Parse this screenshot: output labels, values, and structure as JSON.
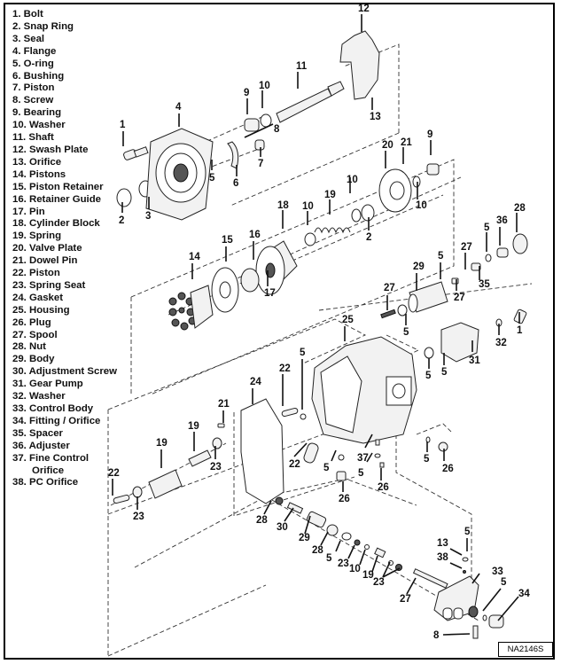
{
  "figure_code": "NA2146S",
  "legend": [
    {
      "num": "1",
      "name": "Bolt"
    },
    {
      "num": "2",
      "name": "Snap Ring"
    },
    {
      "num": "3",
      "name": "Seal"
    },
    {
      "num": "4",
      "name": "Flange"
    },
    {
      "num": "5",
      "name": "O-ring"
    },
    {
      "num": "6",
      "name": "Bushing"
    },
    {
      "num": "7",
      "name": "Piston"
    },
    {
      "num": "8",
      "name": "Screw"
    },
    {
      "num": "9",
      "name": "Bearing"
    },
    {
      "num": "10",
      "name": "Washer"
    },
    {
      "num": "11",
      "name": "Shaft"
    },
    {
      "num": "12",
      "name": "Swash Plate"
    },
    {
      "num": "13",
      "name": "Orifice"
    },
    {
      "num": "14",
      "name": "Pistons"
    },
    {
      "num": "15",
      "name": "Piston Retainer"
    },
    {
      "num": "16",
      "name": "Retainer Guide"
    },
    {
      "num": "17",
      "name": "Pin"
    },
    {
      "num": "18",
      "name": "Cylinder Block"
    },
    {
      "num": "19",
      "name": "Spring"
    },
    {
      "num": "20",
      "name": "Valve Plate"
    },
    {
      "num": "21",
      "name": "Dowel Pin"
    },
    {
      "num": "22",
      "name": "Piston"
    },
    {
      "num": "23",
      "name": "Spring Seat"
    },
    {
      "num": "24",
      "name": "Gasket"
    },
    {
      "num": "25",
      "name": "Housing"
    },
    {
      "num": "26",
      "name": "Plug"
    },
    {
      "num": "27",
      "name": "Spool"
    },
    {
      "num": "28",
      "name": "Nut"
    },
    {
      "num": "29",
      "name": "Body"
    },
    {
      "num": "30",
      "name": "Adjustment Screw"
    },
    {
      "num": "31",
      "name": "Gear Pump"
    },
    {
      "num": "32",
      "name": "Washer"
    },
    {
      "num": "33",
      "name": "Control Body"
    },
    {
      "num": "34",
      "name": "Fitting / Orifice"
    },
    {
      "num": "35",
      "name": "Spacer"
    },
    {
      "num": "36",
      "name": "Adjuster"
    },
    {
      "num": "37",
      "name": "Fine Control",
      "name_cont": "Orifice"
    },
    {
      "num": "38",
      "name": "PC Orifice"
    }
  ],
  "callouts": {
    "c1a": "1",
    "c2a": "2",
    "c3a": "3",
    "c4": "4",
    "c5a": "5",
    "c6": "6",
    "c7": "7",
    "c8a": "8",
    "c9a": "9",
    "c10a": "10",
    "c11": "11",
    "c12": "12",
    "c13a": "13",
    "c20": "20",
    "c21a": "21",
    "c9b": "9",
    "c10b": "10",
    "c10c": "10",
    "c19a": "19",
    "c10d": "10",
    "c2b": "2",
    "c18": "18",
    "c16": "16",
    "c15": "15",
    "c14": "14",
    "c17": "17",
    "c28a": "28",
    "c36": "36",
    "c5b": "5",
    "c27a": "27",
    "c5c": "5",
    "c29a": "29",
    "c35": "35",
    "c27b": "27",
    "c27c": "27",
    "c5d": "5",
    "c1b": "1",
    "c32": "32",
    "c31": "31",
    "c5e": "5",
    "c5f": "5",
    "c25": "25",
    "c5g": "5",
    "c22a": "22",
    "c24": "24",
    "c21b": "21",
    "c22b": "22",
    "c19b": "19",
    "c19c": "19",
    "c23a": "23",
    "c22c": "22",
    "c23b": "23",
    "c5h": "5",
    "c37": "37",
    "c5i": "5",
    "c26a": "26",
    "c26b": "26",
    "c5j": "5",
    "c26c": "26",
    "c28b": "28",
    "c30": "30",
    "c29b": "29",
    "c28c": "28",
    "c5k": "5",
    "c23c": "23",
    "c10e": "10",
    "c19d": "19",
    "c23d": "23",
    "c27d": "27",
    "c5l": "5",
    "c13b": "13",
    "c38": "38",
    "c33": "33",
    "c5m": "5",
    "c34": "34",
    "c8b": "8"
  }
}
